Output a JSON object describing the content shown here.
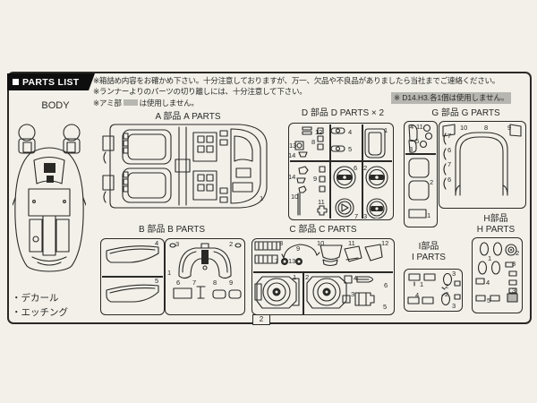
{
  "page": {
    "title": "PARTS LIST",
    "page_number": "2"
  },
  "notes": {
    "line1": "※箱詰め内容をお確かめ下さい。十分注意しておりますが、万一、欠品や不良品がありましたら当社までご連絡ください。",
    "line2": "※ランナーよりのパーツの切り離しには、十分注意して下さい。",
    "line3_prefix": "※アミ部",
    "line3_suffix": "は使用しません。",
    "highlight": "※ D14.H3.各1個は使用しません。"
  },
  "body_section": {
    "label": "BODY",
    "footnote1": "・デカール",
    "footnote2": "・エッチング"
  },
  "sections": {
    "a": {
      "label": "A 部品 A PARTS"
    },
    "b": {
      "label": "B 部品 B PARTS"
    },
    "c": {
      "label": "C 部品 C PARTS"
    },
    "d": {
      "label": "D 部品 D PARTS × 2"
    },
    "g": {
      "label": "G 部品 G PARTS"
    },
    "h": {
      "label_jp": "H部品",
      "label_en": "H PARTS"
    },
    "i": {
      "label_jp": "I部品",
      "label_en": "I PARTS"
    }
  },
  "part_numbers": {
    "a": [
      "1"
    ],
    "b": [
      "4",
      "5",
      "3",
      "2",
      "1",
      "6",
      "7",
      "8",
      "9"
    ],
    "c": [
      "8",
      "7",
      "9",
      "13",
      "10",
      "11",
      "12",
      "1",
      "2",
      "4",
      "3",
      "6",
      "5"
    ],
    "d": [
      "12",
      "8",
      "13",
      "14",
      "4",
      "5",
      "1",
      "14",
      "9",
      "10",
      "11",
      "6",
      "7",
      "2",
      "3"
    ],
    "g": [
      "4",
      "11",
      "5",
      "3",
      "2",
      "1",
      "10",
      "8",
      "9",
      "7",
      "6",
      "7",
      "6"
    ],
    "h": [
      "1",
      "2",
      "3",
      "4",
      "3",
      "5"
    ],
    "i": [
      "3",
      "1",
      "2",
      "2",
      "4",
      "3"
    ]
  },
  "colors": {
    "paper": "#f2f0e9",
    "ink": "#2a2926",
    "shade": "#b7b6b0",
    "headerbg": "#0e0e0e"
  }
}
